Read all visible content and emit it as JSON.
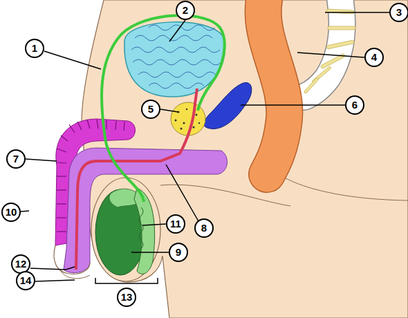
{
  "diagram": {
    "labels": [
      "2",
      "3",
      "1",
      "4",
      "6",
      "5",
      "7",
      "10",
      "11",
      "8",
      "9",
      "12",
      "14",
      "13"
    ]
  }
}
